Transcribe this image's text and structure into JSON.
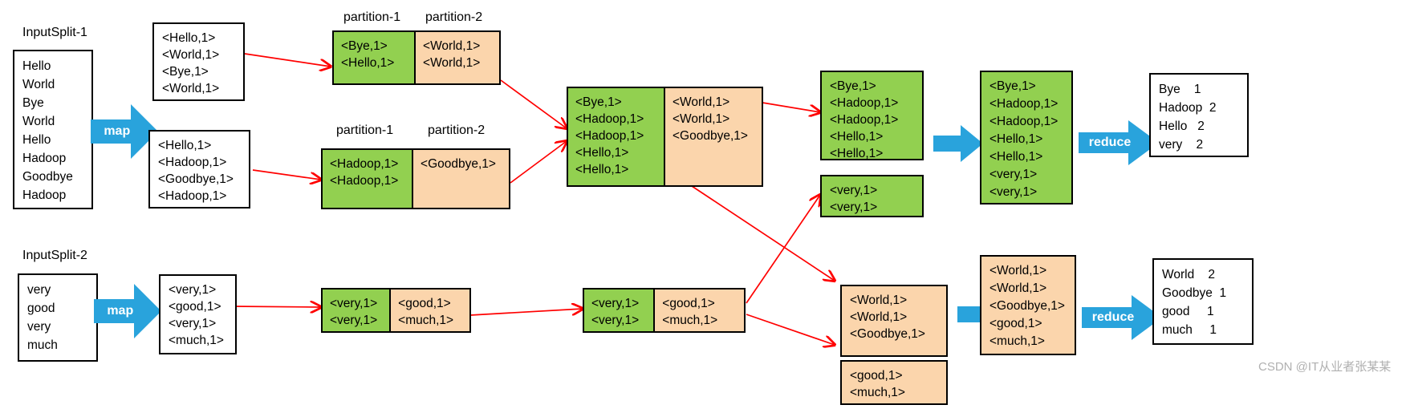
{
  "diagram": {
    "title": "MapReduce WordCount dataflow",
    "colors": {
      "partition1_green": "#92d050",
      "partition2_orange": "#fbd5ac",
      "arrow_blue": "#29a3dc",
      "wire_red": "#ff0000",
      "border_black": "#000000"
    },
    "labels": {
      "input_split_1": "InputSplit-1",
      "input_split_2": "InputSplit-2",
      "partition_1_top": "partition-1",
      "partition_2_top": "partition-2",
      "partition_1_mid": "partition-1",
      "partition_2_mid": "partition-2",
      "map_1": "map",
      "map_2": "map",
      "reduce_1": "reduce",
      "reduce_2": "reduce"
    },
    "input_split_1_lines": "Hello\nWorld\nBye\nWorld\nHello\nHadoop\nGoodbye\nHadoop",
    "input_split_2_lines": "very\ngood\nvery\nmuch",
    "map_out_1a": "<Hello,1>\n<World,1>\n<Bye,1>\n<World,1>",
    "map_out_1b": "<Hello,1>\n<Hadoop,1>\n<Goodbye,1>\n<Hadoop,1>",
    "map_out_2": "<very,1>\n<good,1>\n<very,1>\n<much,1>",
    "partition_top_left": "<Bye,1>\n<Hello,1>",
    "partition_top_right": "<World,1>\n<World,1>",
    "partition_mid_left": "<Hadoop,1>\n<Hadoop,1>",
    "partition_mid_right": "<Goodbye,1>",
    "partition_bot_left": "<very,1>\n<very,1>",
    "partition_bot_right": "<good,1>\n<much,1>",
    "merge_center_left": "<Bye,1>\n<Hadoop,1>\n<Hadoop,1>\n<Hello,1>\n<Hello,1>",
    "merge_center_right": "<World,1>\n<World,1>\n<Goodbye,1>",
    "merge_bottom_left": "<very,1>\n<very,1>",
    "merge_bottom_right": "<good,1>\n<much,1>",
    "shuffle_r1_green_a": "<Bye,1>\n<Hadoop,1>\n<Hadoop,1>\n<Hello,1>\n<Hello,1>",
    "shuffle_r1_green_b": "<very,1>\n<very,1>",
    "shuffle_r2_orange_a": "<World,1>\n<World,1>\n<Goodbye,1>",
    "shuffle_r2_orange_b": "<good,1>\n<much,1>",
    "sorted_reducer_1": "<Bye,1>\n<Hadoop,1>\n<Hadoop,1>\n<Hello,1>\n<Hello,1>\n<very,1>\n<very,1>",
    "sorted_reducer_2": "<World,1>\n<World,1>\n<Goodbye,1>\n<good,1>\n<much,1>",
    "output_1": "Bye    1\nHadoop  2\nHello   2\nvery    2",
    "output_2": "World    2\nGoodbye  1\ngood     1\nmuch     1",
    "watermark": "CSDN @IT从业者张某某"
  }
}
